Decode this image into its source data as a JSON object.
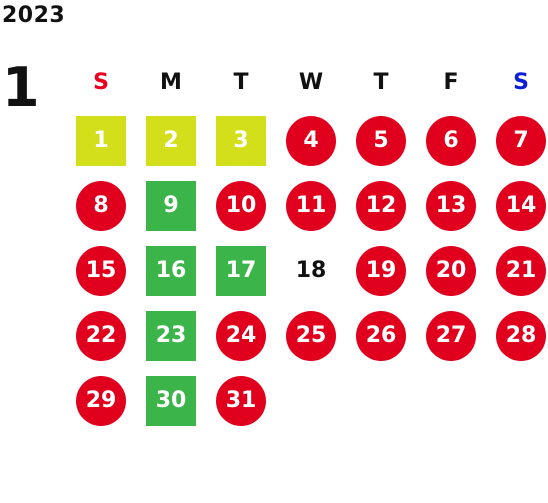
{
  "year": "2023",
  "month": "1",
  "weekdays": [
    "S",
    "M",
    "T",
    "W",
    "T",
    "F",
    "S"
  ],
  "colors": {
    "red": "#e0001e",
    "lime": "#d4df1b",
    "green": "#3bb54a",
    "sunday": "#e8001e",
    "saturday": "#0a1fd6"
  },
  "weeks": [
    [
      {
        "d": "1",
        "t": "lime"
      },
      {
        "d": "2",
        "t": "lime"
      },
      {
        "d": "3",
        "t": "lime"
      },
      {
        "d": "4",
        "t": "red"
      },
      {
        "d": "5",
        "t": "red"
      },
      {
        "d": "6",
        "t": "red"
      },
      {
        "d": "7",
        "t": "red"
      }
    ],
    [
      {
        "d": "8",
        "t": "red"
      },
      {
        "d": "9",
        "t": "green"
      },
      {
        "d": "10",
        "t": "red"
      },
      {
        "d": "11",
        "t": "red"
      },
      {
        "d": "12",
        "t": "red"
      },
      {
        "d": "13",
        "t": "red"
      },
      {
        "d": "14",
        "t": "red"
      }
    ],
    [
      {
        "d": "15",
        "t": "red"
      },
      {
        "d": "16",
        "t": "green"
      },
      {
        "d": "17",
        "t": "green"
      },
      {
        "d": "18",
        "t": "plain"
      },
      {
        "d": "19",
        "t": "red"
      },
      {
        "d": "20",
        "t": "red"
      },
      {
        "d": "21",
        "t": "red"
      }
    ],
    [
      {
        "d": "22",
        "t": "red"
      },
      {
        "d": "23",
        "t": "green"
      },
      {
        "d": "24",
        "t": "red"
      },
      {
        "d": "25",
        "t": "red"
      },
      {
        "d": "26",
        "t": "red"
      },
      {
        "d": "27",
        "t": "red"
      },
      {
        "d": "28",
        "t": "red"
      }
    ],
    [
      {
        "d": "29",
        "t": "red"
      },
      {
        "d": "30",
        "t": "green"
      },
      {
        "d": "31",
        "t": "red"
      },
      null,
      null,
      null,
      null
    ]
  ]
}
